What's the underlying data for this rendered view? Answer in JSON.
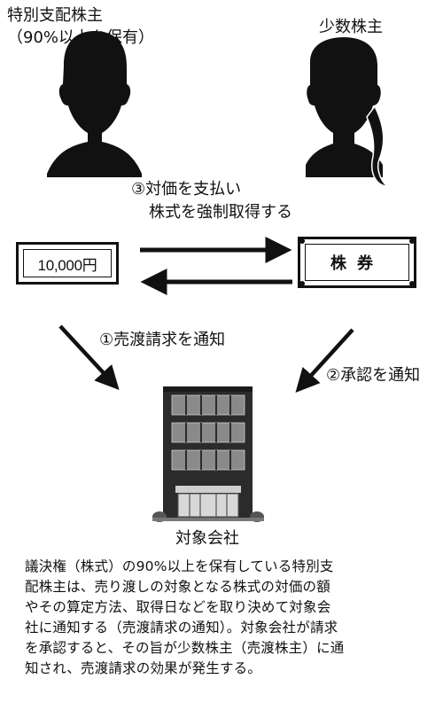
{
  "parties": {
    "special_controlling_shareholder": {
      "name": "特別支配株主",
      "detail": "（90%以上を保有）"
    },
    "minority_shareholder": {
      "name": "少数株主"
    },
    "target_company": {
      "name": "対象会社"
    }
  },
  "steps": {
    "step3_line1": "③対価を支払い",
    "step3_line2": "株式を強制取得する",
    "step1": "①売渡請求を通知",
    "step2": "②承認を通知"
  },
  "objects": {
    "money_amount": "10,000円",
    "share_certificate": "株券"
  },
  "icons": {
    "shareholder_left": "person-silhouette-icon",
    "shareholder_right": "person-ponytail-silhouette-icon",
    "company": "office-building-icon"
  },
  "note": {
    "lines": [
      "議決権（株式）の90%以上を保有している特別支",
      "配株主は、売り渡しの対象となる株式の対価の額",
      "やその算定方法、取得日などを取り決めて対象会",
      "社に通知する（売渡請求の通知）。対象会社が請求",
      "を承認すると、その旨が少数株主（売渡株主）に通",
      "知され、売渡請求の効果が発生する。"
    ]
  },
  "colors": {
    "ink": "#111111",
    "background": "#ffffff",
    "building_body": "#2b2b2b",
    "building_window": "#8a8a8a"
  }
}
